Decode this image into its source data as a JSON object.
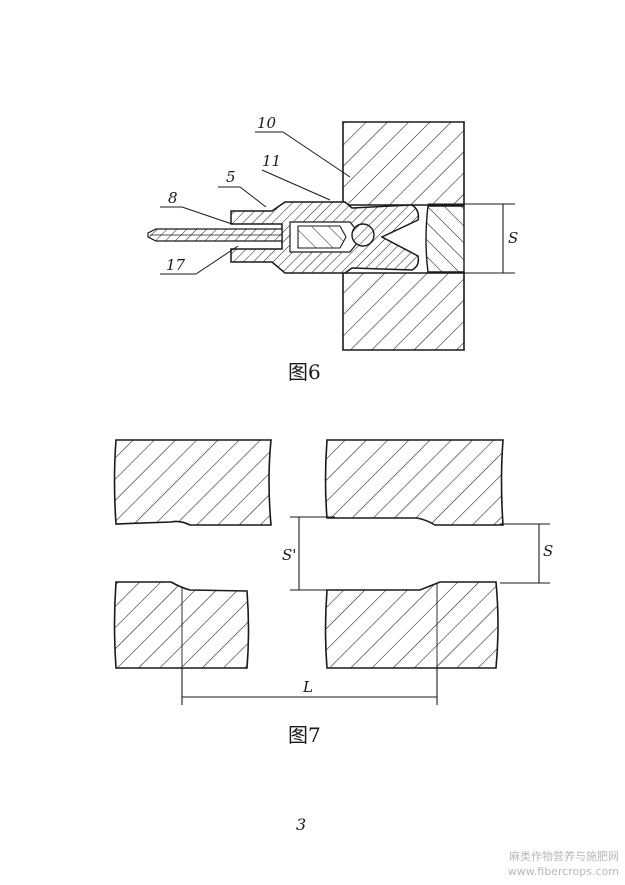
{
  "figure6": {
    "caption": "图6",
    "labels": {
      "l10": "10",
      "l11": "11",
      "l5": "5",
      "l8": "8",
      "l17": "17",
      "dim_s": "S"
    }
  },
  "figure7": {
    "caption": "图7",
    "labels": {
      "dim_s_prime": "S'",
      "dim_s": "S",
      "dim_l": "L"
    }
  },
  "page_number": "3",
  "watermark": {
    "line1": "麻类作物营养与施肥网",
    "line2": "www.fibercrops.com"
  },
  "colors": {
    "ink": "#1a1a1a",
    "paper": "#ffffff",
    "watermark": "#b8b8b8"
  }
}
